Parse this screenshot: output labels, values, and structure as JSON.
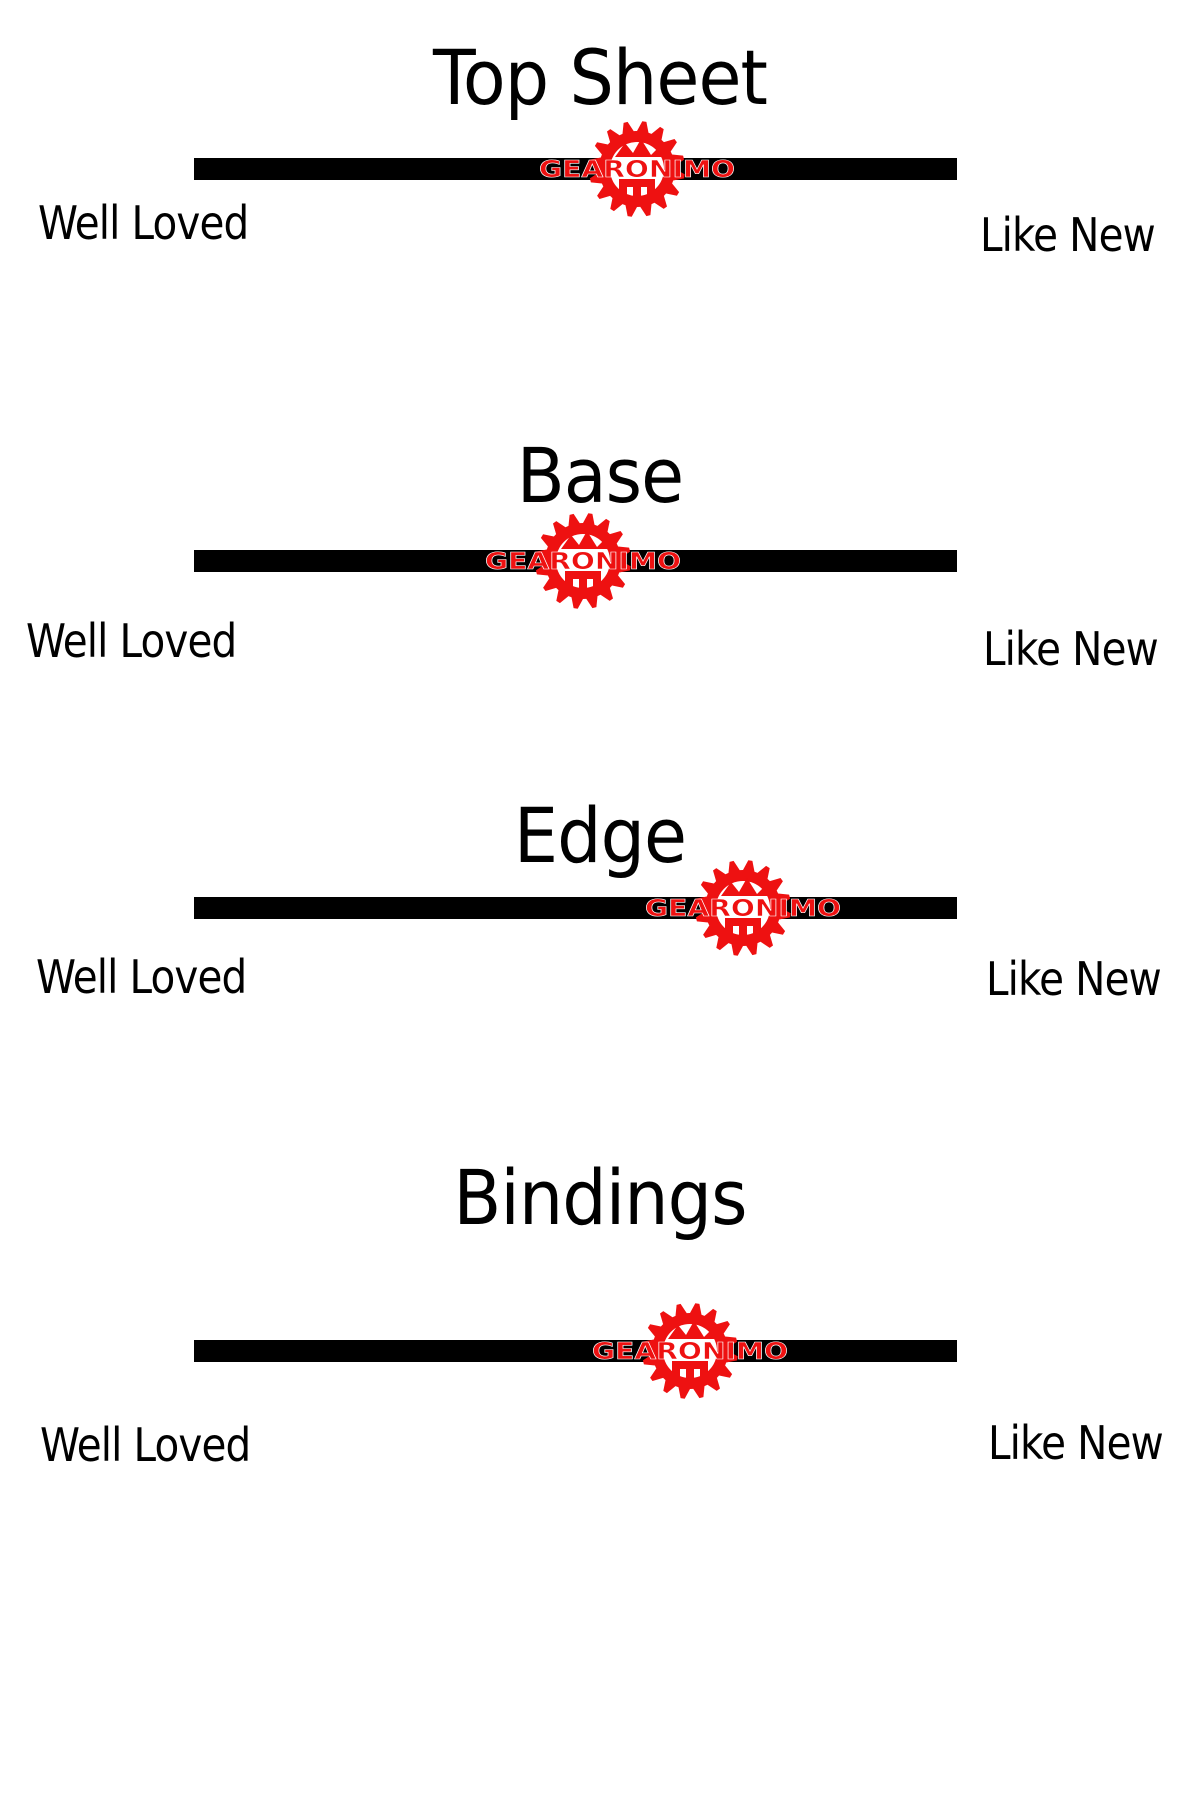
{
  "brand": {
    "marker_text": "GEARONIMO",
    "marker_color": "#ee1111",
    "marker_icon": "gear-mountain-icon"
  },
  "scales": [
    {
      "title": "Top Sheet",
      "low_label": "Well Loved",
      "high_label": "Like New",
      "rating": 0.58
    },
    {
      "title": "Base",
      "low_label": "Well Loved",
      "high_label": "Like New",
      "rating": 0.51
    },
    {
      "title": "Edge",
      "low_label": "Well Loved",
      "high_label": "Like New",
      "rating": 0.72
    },
    {
      "title": "Bindings",
      "low_label": "Well Loved",
      "high_label": "Like New",
      "rating": 0.65
    }
  ]
}
